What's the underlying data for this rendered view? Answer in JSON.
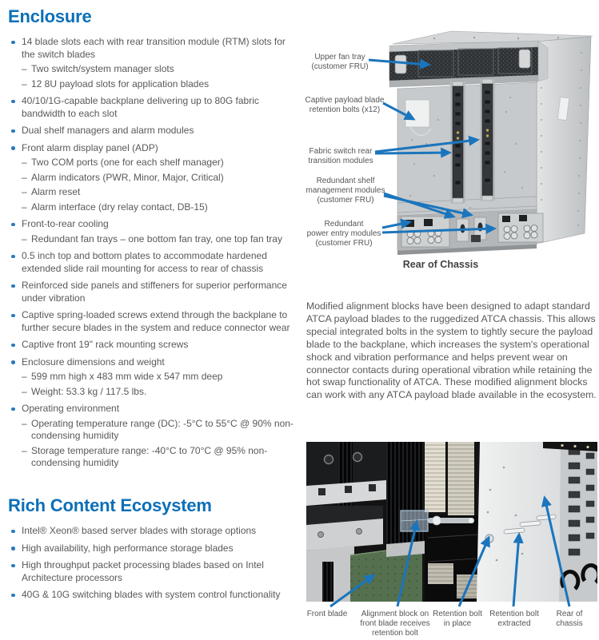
{
  "colors": {
    "accent_blue": "#0c6fb8",
    "arrow_blue": "#1b75bc",
    "body_text": "#58595b",
    "bullet_blue": "#2a7abf"
  },
  "enclosure": {
    "title": "Enclosure",
    "items": [
      {
        "level": 1,
        "text": "14 blade slots each with rear transition module (RTM) slots for the switch blades"
      },
      {
        "level": 2,
        "text": "Two switch/system manager slots"
      },
      {
        "level": 2,
        "text": "12 8U payload slots for application blades"
      },
      {
        "level": 1,
        "text": "40/10/1G-capable backplane delivering up to 80G fabric bandwidth to each slot"
      },
      {
        "level": 1,
        "text": "Dual shelf managers and alarm modules"
      },
      {
        "level": 1,
        "text": "Front alarm display panel (ADP)"
      },
      {
        "level": 2,
        "text": "Two COM ports (one for each shelf manager)"
      },
      {
        "level": 2,
        "text": "Alarm indicators (PWR, Minor, Major, Critical)"
      },
      {
        "level": 2,
        "text": "Alarm reset"
      },
      {
        "level": 2,
        "text": "Alarm interface (dry relay contact, DB-15)"
      },
      {
        "level": 1,
        "text": "Front-to-rear cooling"
      },
      {
        "level": 2,
        "text": "Redundant fan trays – one bottom fan tray, one top fan tray"
      },
      {
        "level": 1,
        "text": "0.5 inch top and bottom plates to accommodate hardened extended slide rail mounting for access to rear of chassis"
      },
      {
        "level": 1,
        "text": "Reinforced side panels and stiffeners for superior performance under vibration"
      },
      {
        "level": 1,
        "text": "Captive spring-loaded screws extend through the backplane to further secure blades in the system and reduce connector wear"
      },
      {
        "level": 1,
        "text": "Captive front 19\" rack mounting screws"
      },
      {
        "level": 1,
        "text": "Enclosure dimensions and weight"
      },
      {
        "level": 2,
        "text": "599 mm high x 483 mm wide x 547 mm deep"
      },
      {
        "level": 2,
        "text": "Weight: 53.3 kg / 117.5 lbs."
      },
      {
        "level": 1,
        "text": "Operating environment"
      },
      {
        "level": 2,
        "text": "Operating temperature range (DC): -5°C to 55°C @ 90% non-condensing humidity"
      },
      {
        "level": 2,
        "text": "Storage temperature range: -40°C to 70°C @ 95% non-condensing humidity"
      }
    ]
  },
  "ecosystem": {
    "title": "Rich Content Ecosystem",
    "items": [
      {
        "level": 1,
        "text": "Intel® Xeon® based server blades with storage options"
      },
      {
        "level": 1,
        "text": "High availability, high performance storage blades"
      },
      {
        "level": 1,
        "text": "High throughput packet processing blades based on Intel Architecture processors"
      },
      {
        "level": 1,
        "text": "40G & 10G switching blades with system control functionality"
      }
    ]
  },
  "figure1": {
    "callouts": [
      "Upper fan tray\n(customer FRU)",
      "Captive payload blade\nretention bolts (x12)",
      "Fabric switch rear\ntransition modules",
      "Redundant shelf\nmanagement modules\n(customer FRU)",
      "Redundant\npower entry modules\n(customer FRU)"
    ],
    "caption": "Rear of Chassis"
  },
  "paragraph": "Modified alignment blocks have been designed to adapt standard ATCA payload blades to the ruggedized ATCA chassis. This allows special integrated bolts in the system to tightly secure the payload blade to the backplane, which increases the system's operational shock and vibration performance and helps prevent wear on connector contacts during operational vibration while retaining the hot swap functionality of ATCA. These modified alignment blocks can work with any ATCA payload blade available in the ecosystem.",
  "figure2": {
    "labels": [
      "Front blade",
      "Alignment block on\nfront blade receives\nretention bolt",
      "Retention bolt\nin place",
      "Retention bolt\nextracted",
      "Rear of\nchassis"
    ]
  }
}
